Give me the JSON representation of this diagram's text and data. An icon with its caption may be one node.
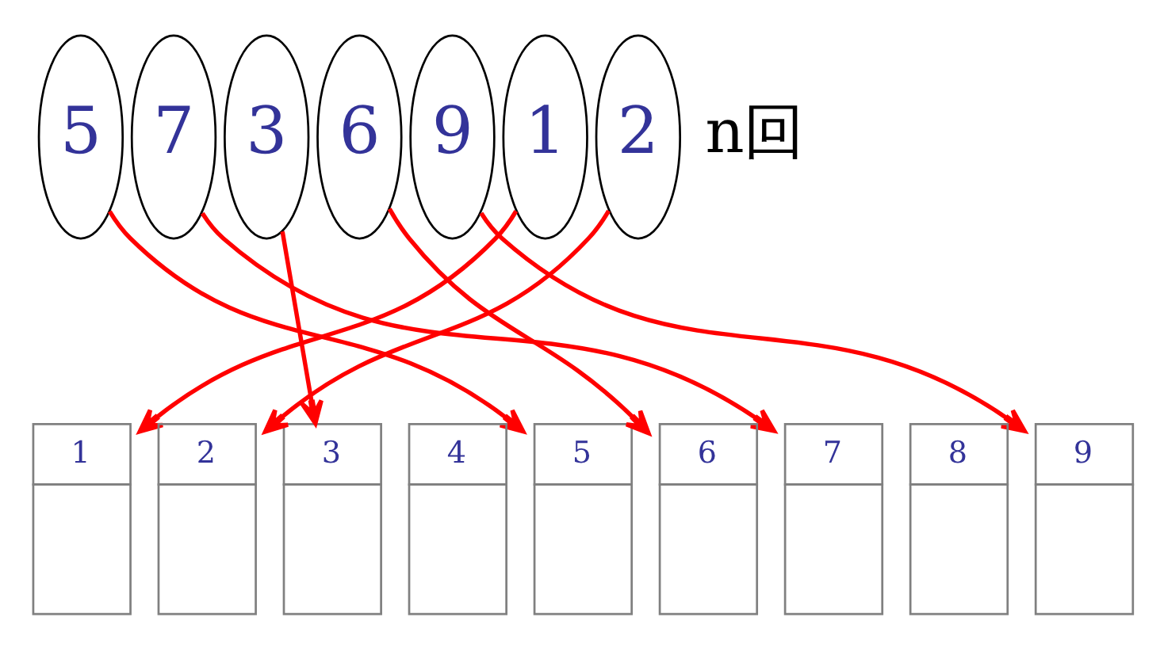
{
  "diagram": {
    "nodes": [
      {
        "text": [
          "5"
        ]
      },
      {
        "text": [
          "7"
        ]
      },
      {
        "text": [
          "3"
        ]
      },
      {
        "text": [
          "6"
        ]
      },
      {
        "text": [
          "9"
        ]
      },
      {
        "text": [
          "1"
        ]
      },
      {
        "text": [
          "2"
        ]
      },
      {
        "text": [
          "1"
        ]
      },
      {
        "text": [
          "2"
        ]
      },
      {
        "text": [
          "3"
        ]
      },
      {
        "text": [
          "4"
        ]
      },
      {
        "text": [
          "5"
        ]
      },
      {
        "text": [
          "6"
        ]
      },
      {
        "text": [
          "7"
        ]
      },
      {
        "text": [
          "8"
        ]
      },
      {
        "text": [
          "9"
        ]
      }
    ],
    "edges": [
      {
        "from": 0,
        "to": 11,
        "arrow": "to",
        "color": "#ff0000"
      },
      {
        "from": 1,
        "to": 13,
        "arrow": "to",
        "color": "#ff0000"
      },
      {
        "from": 2,
        "to": 9,
        "arrow": "to",
        "color": "#ff0000"
      },
      {
        "from": 3,
        "to": 12,
        "arrow": "to",
        "color": "#ff0000"
      },
      {
        "from": 4,
        "to": 15,
        "arrow": "to",
        "color": "#ff0000"
      },
      {
        "from": 5,
        "to": 7,
        "arrow": "to",
        "color": "#ff0000"
      },
      {
        "from": 6,
        "to": 8,
        "arrow": "to",
        "color": "#ff0000"
      }
    ],
    "labels": [
      "n回"
    ]
  }
}
